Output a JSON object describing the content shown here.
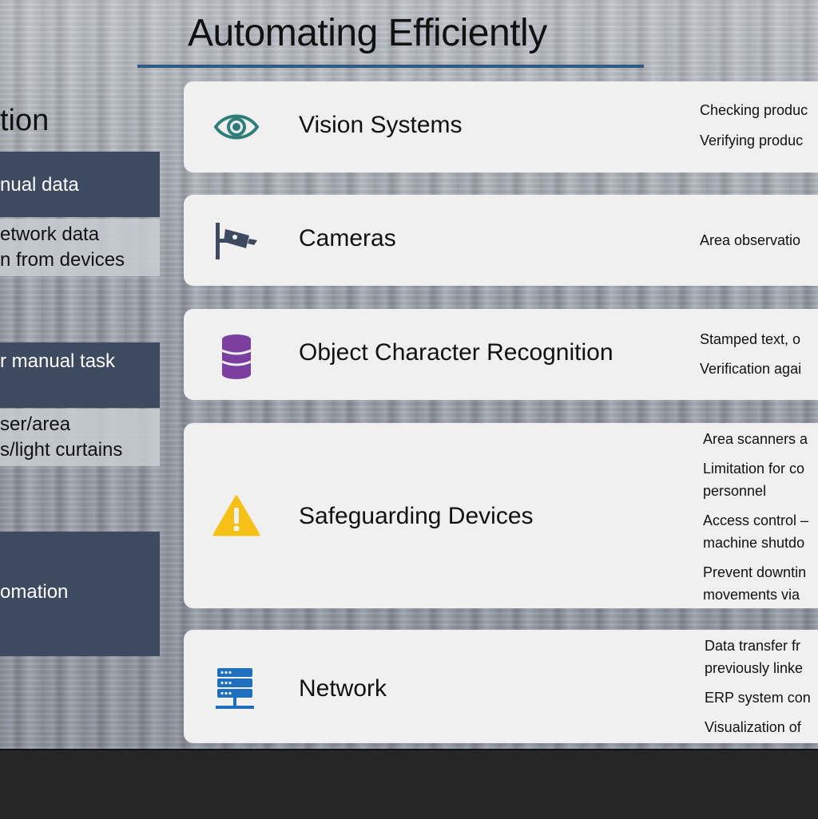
{
  "slide": {
    "title": "Automating Efficiently",
    "left_panel": {
      "heading_fragment": "tion",
      "boxes": [
        {
          "text": "nual data"
        },
        {
          "line1": "etwork data",
          "line2": "n from devices"
        },
        {
          "text": "r manual task"
        },
        {
          "line1": "ser/area",
          "line2": "s/light curtains"
        },
        {
          "text": "omation"
        }
      ]
    },
    "cards": [
      {
        "label": "Vision Systems",
        "icon": "eye-icon",
        "color": "#2e7d7a",
        "desc": [
          "Checking produc",
          "Verifying produc"
        ]
      },
      {
        "label": "Cameras",
        "icon": "security-camera-icon",
        "color": "#3d4a60",
        "desc": [
          "Area observatio"
        ]
      },
      {
        "label": "Object Character Recognition",
        "icon": "database-icon",
        "color": "#7b3fa0",
        "desc": [
          "Stamped text, o",
          "Verification agai"
        ]
      },
      {
        "label": "Safeguarding Devices",
        "icon": "warning-icon",
        "color": "#f5c116",
        "desc": [
          "Area scanners a",
          "Limitation for co",
          "personnel",
          "Access control –",
          "machine shutdo",
          "Prevent downtin",
          "movements via"
        ]
      },
      {
        "label": "Network",
        "icon": "server-icon",
        "color": "#1f6fbf",
        "desc": [
          "Data transfer fr",
          "previously linke",
          "ERP system con",
          "Visualization of"
        ]
      }
    ]
  }
}
